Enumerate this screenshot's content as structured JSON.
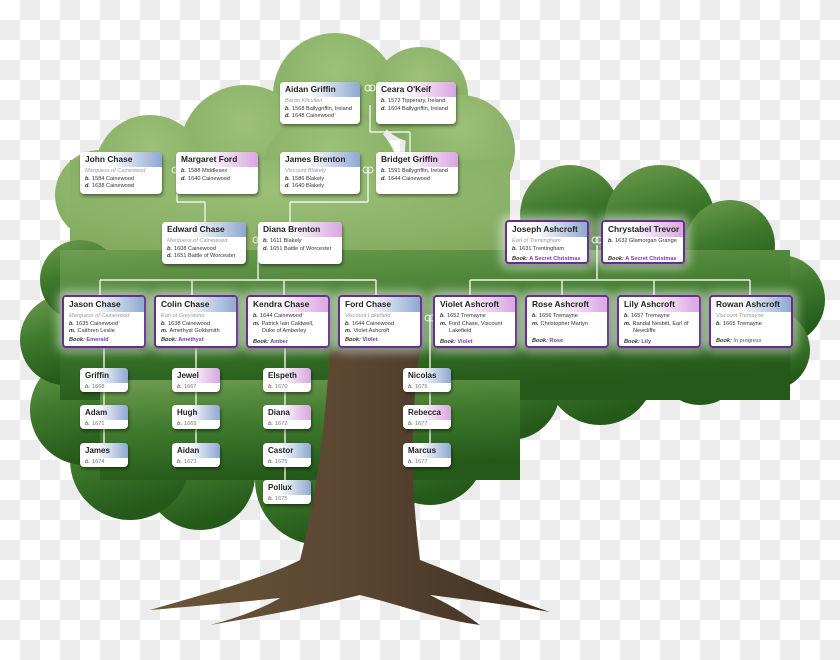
{
  "diagram": {
    "type": "family-tree",
    "colors": {
      "male_header": "#8fa8d0",
      "female_header": "#d9a6e0",
      "featured_border": "#6a2c91",
      "book_link": "#7a3ba8",
      "foliage_light": "#8db56a",
      "foliage_dark": "#2f6a1e",
      "trunk": "#5a4632",
      "connector": "#e8f0e0"
    },
    "labels": {
      "born": "b.",
      "died": "d.",
      "married": "m.",
      "book": "Book:"
    },
    "generation1": [
      {
        "name": "Aidan Griffin",
        "gender": "m",
        "title": "Baron Kilcullen",
        "born": "1568 Ballygriffin, Ireland",
        "died": "1648 Cainewood"
      },
      {
        "name": "Ceara O'Keif",
        "gender": "f",
        "born": "1572 Tipperary, Ireland",
        "died": "1604 Ballygriffin, Ireland"
      }
    ],
    "generation2": [
      {
        "name": "John Chase",
        "gender": "m",
        "title": "Marquess of Cainewood",
        "born": "1584 Cainewood",
        "died": "1638 Cainewood"
      },
      {
        "name": "Margaret Ford",
        "gender": "f",
        "born": "1588 Middlesex",
        "died": "1640 Cainewood"
      },
      {
        "name": "James Brenton",
        "gender": "m",
        "title": "Viscount Blakely",
        "born": "1586 Blakely",
        "died": "1640 Blakely"
      },
      {
        "name": "Bridget Griffin",
        "gender": "f",
        "born": "1591 Ballygriffin, Ireland",
        "died": "1644 Cainewood"
      }
    ],
    "generation3": [
      {
        "name": "Edward Chase",
        "gender": "m",
        "title": "Marquess of Cainewood",
        "born": "1608 Cainewood",
        "died": "1651 Battle of Worcester"
      },
      {
        "name": "Diana Brenton",
        "gender": "f",
        "born": "1611 Blakely",
        "died": "1651 Battle of Worcester"
      },
      {
        "name": "Joseph Ashcroft",
        "gender": "m",
        "title": "Earl of Trentingham",
        "born": "1631 Trentingham",
        "book": "A Secret Christmas"
      },
      {
        "name": "Chrystabel Trevor",
        "gender": "f",
        "born": "1632 Glamorgan Grange",
        "book": "A Secret Christmas"
      }
    ],
    "generation4": [
      {
        "name": "Jason Chase",
        "gender": "m",
        "title": "Marquess of Cainewood",
        "born": "1635 Cainewood",
        "married": "Caithren Leslie",
        "book": "Emerald"
      },
      {
        "name": "Colin Chase",
        "gender": "m",
        "title": "Earl of Greystone",
        "born": "1638 Cainewood",
        "married": "Amethyst Goldsmith",
        "book": "Amethyst"
      },
      {
        "name": "Kendra Chase",
        "gender": "f",
        "born": "1644 Cainewood",
        "married": "Patrick Iain Caldwell,",
        "married2": "Duke of Amberley",
        "book": "Amber"
      },
      {
        "name": "Ford Chase",
        "gender": "m",
        "title": "Viscount Lakefield",
        "born": "1644 Cainewood",
        "married": "Violet Ashcroft",
        "book": "Violet"
      },
      {
        "name": "Violet Ashcroft",
        "gender": "f",
        "born": "1652 Tremayne",
        "married": "Ford Chase, Viscount",
        "married2": "Lakefield",
        "book": "Violet"
      },
      {
        "name": "Rose Ashcroft",
        "gender": "f",
        "born": "1656 Tremayne",
        "married": "Christopher Martyn",
        "book": "Rose"
      },
      {
        "name": "Lily Ashcroft",
        "gender": "f",
        "born": "1657 Tremayne",
        "married": "Randal Nesbitt, Earl of",
        "married2": "Newcliffe",
        "book": "Lily"
      },
      {
        "name": "Rowan Ashcroft",
        "gender": "m",
        "title": "Viscount Tremayne",
        "born": "1665 Tremayne",
        "book": "In progress"
      }
    ],
    "children": {
      "jason": [
        {
          "name": "Griffin",
          "gender": "m",
          "born": "1668"
        },
        {
          "name": "Adam",
          "gender": "m",
          "born": "1671"
        },
        {
          "name": "James",
          "gender": "m",
          "born": "1674"
        }
      ],
      "colin": [
        {
          "name": "Jewel",
          "gender": "f",
          "born": "1667"
        },
        {
          "name": "Hugh",
          "gender": "m",
          "born": "1669"
        },
        {
          "name": "Aidan",
          "gender": "m",
          "born": "1673"
        }
      ],
      "kendra": [
        {
          "name": "Elspeth",
          "gender": "f",
          "born": "1670"
        },
        {
          "name": "Diana",
          "gender": "f",
          "born": "1672"
        },
        {
          "name": "Castor",
          "gender": "m",
          "born": "1675"
        },
        {
          "name": "Pollux",
          "gender": "m",
          "born": "1675"
        }
      ],
      "ford": [
        {
          "name": "Nicolas",
          "gender": "m",
          "born": "1675"
        },
        {
          "name": "Rebecca",
          "gender": "f",
          "born": "1677"
        },
        {
          "name": "Marcus",
          "gender": "m",
          "born": "1677"
        }
      ]
    }
  }
}
